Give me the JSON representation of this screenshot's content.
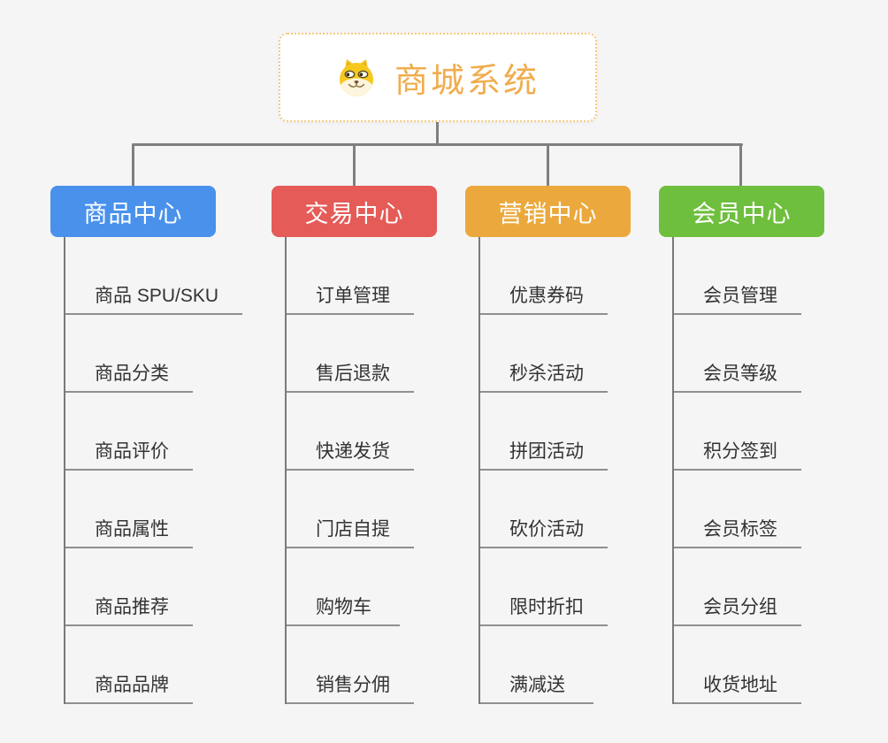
{
  "canvas": {
    "background": "#f5f5f6",
    "connector_color": "#7f7f7f",
    "underline_color": "#8f8f8f"
  },
  "root": {
    "title": "商城系统",
    "title_color": "#f0ad4d",
    "border_color": "#f4c97e",
    "icon": "doge-face-icon"
  },
  "branches": [
    {
      "label": "商品中心",
      "color": "#4a91ec",
      "children": [
        "商品 SPU/SKU",
        "商品分类",
        "商品评价",
        "商品属性",
        "商品推荐",
        "商品品牌"
      ]
    },
    {
      "label": "交易中心",
      "color": "#e45b58",
      "children": [
        "订单管理",
        "售后退款",
        "快递发货",
        "门店自提",
        "购物车",
        "销售分佣"
      ]
    },
    {
      "label": "营销中心",
      "color": "#eba93d",
      "children": [
        "优惠券码",
        "秒杀活动",
        "拼团活动",
        "砍价活动",
        "限时折扣",
        "满减送"
      ]
    },
    {
      "label": "会员中心",
      "color": "#6fbf3e",
      "children": [
        "会员管理",
        "会员等级",
        "积分签到",
        "会员标签",
        "会员分组",
        "收货地址"
      ]
    }
  ]
}
